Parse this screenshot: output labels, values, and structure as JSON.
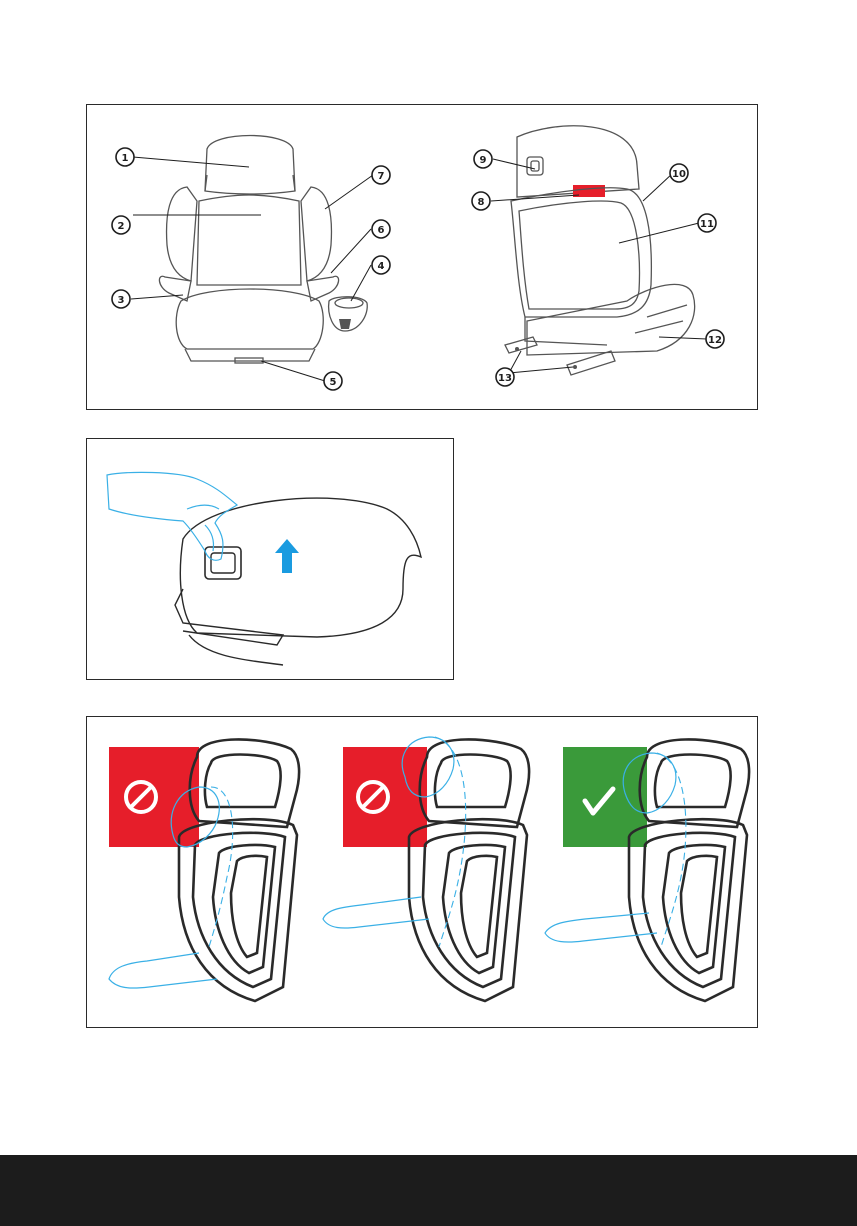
{
  "colors": {
    "no": "#e61e2a",
    "yes": "#3a9a3a",
    "arrow": "#1a9be0",
    "child": "#3ab0e6",
    "footer": "#1c1c1c"
  },
  "parts_diagram": {
    "front_callouts": [
      "1",
      "2",
      "7",
      "6",
      "4",
      "3",
      "5"
    ],
    "side_callouts": [
      "9",
      "10",
      "8",
      "11",
      "12",
      "13"
    ]
  },
  "headrest_adjust": {
    "arrow": "arrow-up-icon"
  },
  "fit_check": {
    "items": [
      {
        "status": "no",
        "icon": "prohibited-icon"
      },
      {
        "status": "no",
        "icon": "prohibited-icon"
      },
      {
        "status": "yes",
        "icon": "checkmark-icon"
      }
    ]
  }
}
